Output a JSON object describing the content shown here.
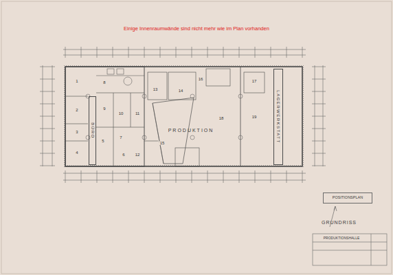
{
  "diagram": {
    "title": "GRUNDRISS",
    "nodes": [
      {
        "text": [
          "PRODUKTION"
        ]
      },
      {
        "text": [
          "LAGERWERKSTATT"
        ]
      },
      {
        "text": [
          "BÜRO"
        ]
      },
      {
        "text": [
          "POSITIONSPLAN"
        ]
      },
      {
        "text": [
          "PRODUKTIONSHALLE"
        ]
      }
    ],
    "labels": [
      "Einige Innenraumwände sind nicht mehr wie im Plan vorhanden",
      "1",
      "2",
      "3",
      "4",
      "5",
      "6",
      "7",
      "8",
      "9",
      "10",
      "11",
      "12",
      "13",
      "14",
      "15",
      "16",
      "17",
      "18",
      "19"
    ]
  }
}
